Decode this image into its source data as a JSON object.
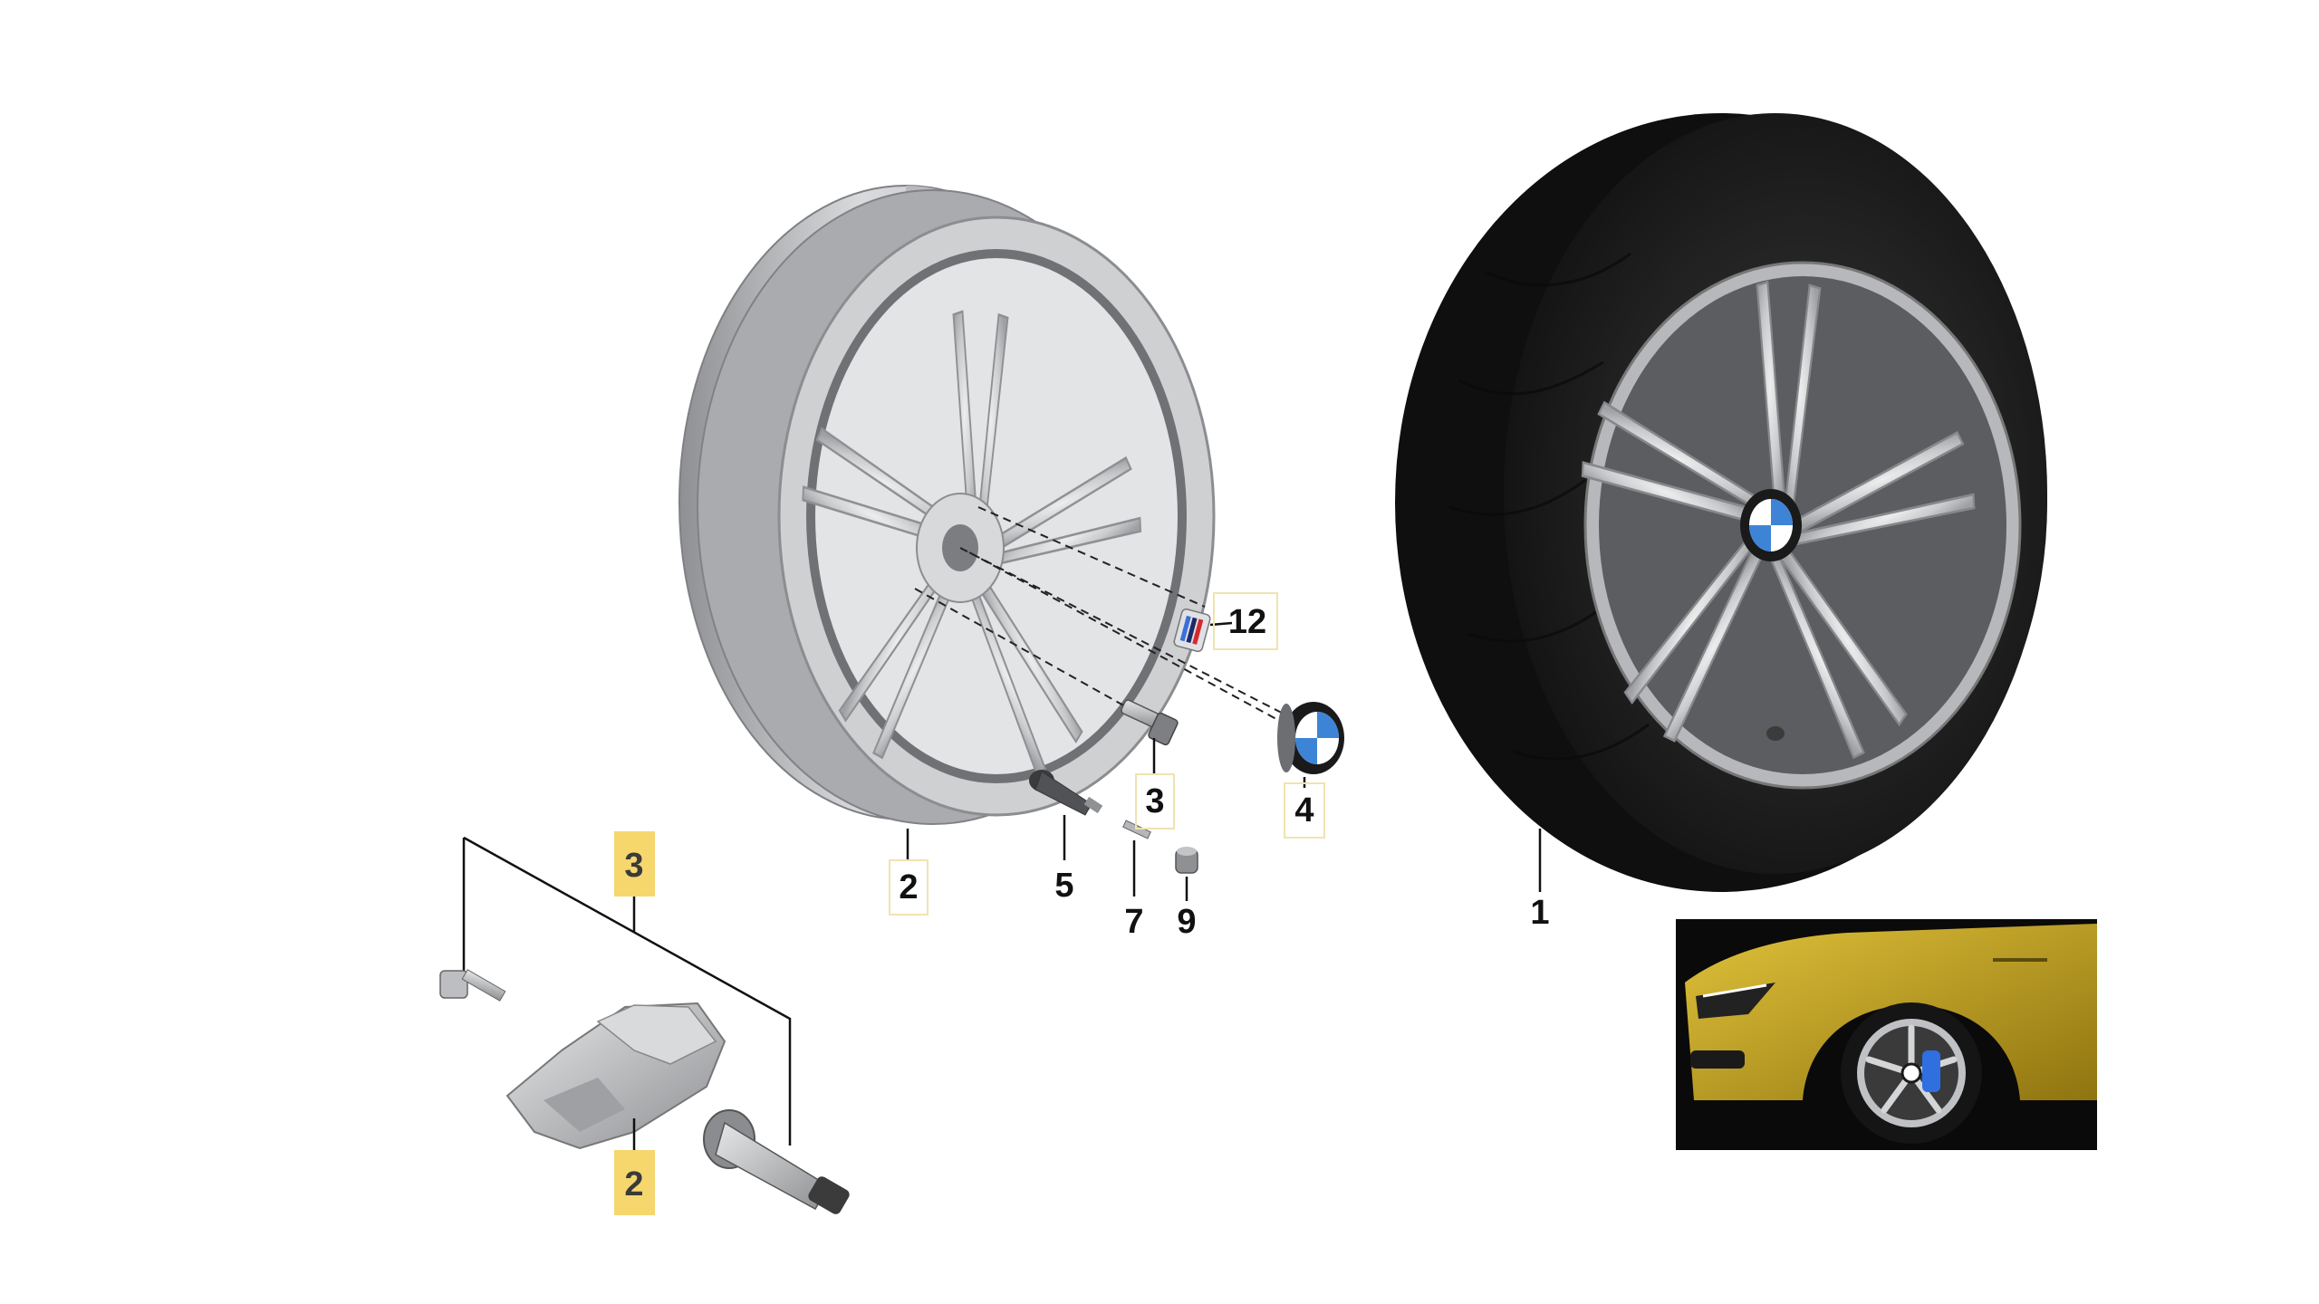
{
  "callouts": {
    "c1": "1",
    "c2_rim": "2",
    "c3_bolt": "3",
    "c4_cap": "4",
    "c5_valve": "5",
    "c7": "7",
    "c9": "9",
    "c12": "12",
    "c3_rdc": "3",
    "c2_rdc": "2"
  },
  "colors": {
    "rim": "#c9cacc",
    "tire": "#1f1f1f",
    "highlight": "#f5d76e",
    "car_body": "#c9a21a"
  },
  "icons": {
    "bmw_logo": "bmw-roundel",
    "m_badge": "m-stripes-badge"
  }
}
